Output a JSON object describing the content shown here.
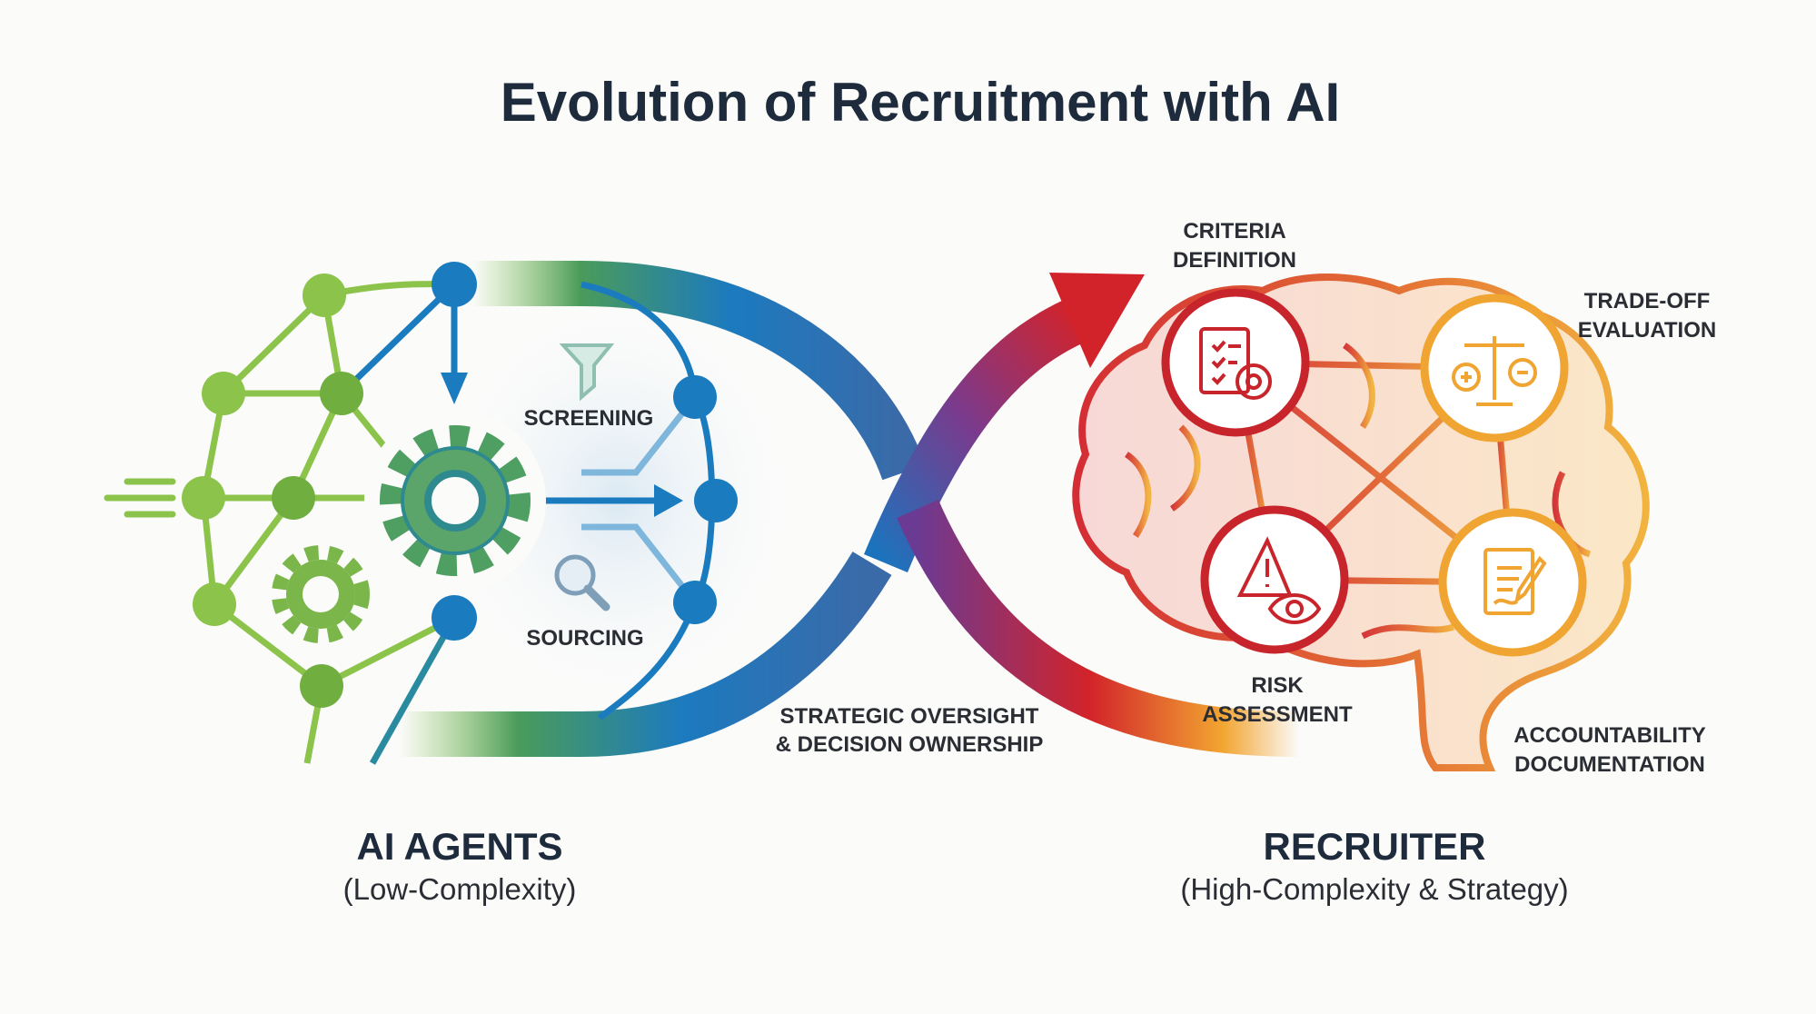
{
  "title": "Evolution of Recruitment with AI",
  "left": {
    "heading": "AI AGENTS",
    "subheading": "(Low-Complexity)",
    "tasks": [
      {
        "label": "SCREENING",
        "icon": "funnel-icon"
      },
      {
        "label": "SOURCING",
        "icon": "magnifier-icon"
      }
    ]
  },
  "center": {
    "line1": "STRATEGIC OVERSIGHT",
    "line2": "& DECISION OWNERSHIP"
  },
  "right": {
    "heading": "RECRUITER",
    "subheading": "(High-Complexity & Strategy)",
    "nodes": [
      {
        "line1": "CRITERIA",
        "line2": "DEFINITION",
        "icon": "checklist-gear-icon"
      },
      {
        "line1": "TRADE-OFF",
        "line2": "EVALUATION",
        "icon": "balance-scale-icon"
      },
      {
        "line1": "RISK",
        "line2": "ASSESSMENT",
        "icon": "warning-eye-icon"
      },
      {
        "line1": "ACCOUNTABILITY",
        "line2": "DOCUMENTATION",
        "icon": "signed-document-icon"
      }
    ]
  },
  "colors": {
    "green": "#7cbf3f",
    "blue": "#1474bf",
    "red": "#d2232a",
    "orange": "#f2a531",
    "text": "#1e2b3c"
  }
}
